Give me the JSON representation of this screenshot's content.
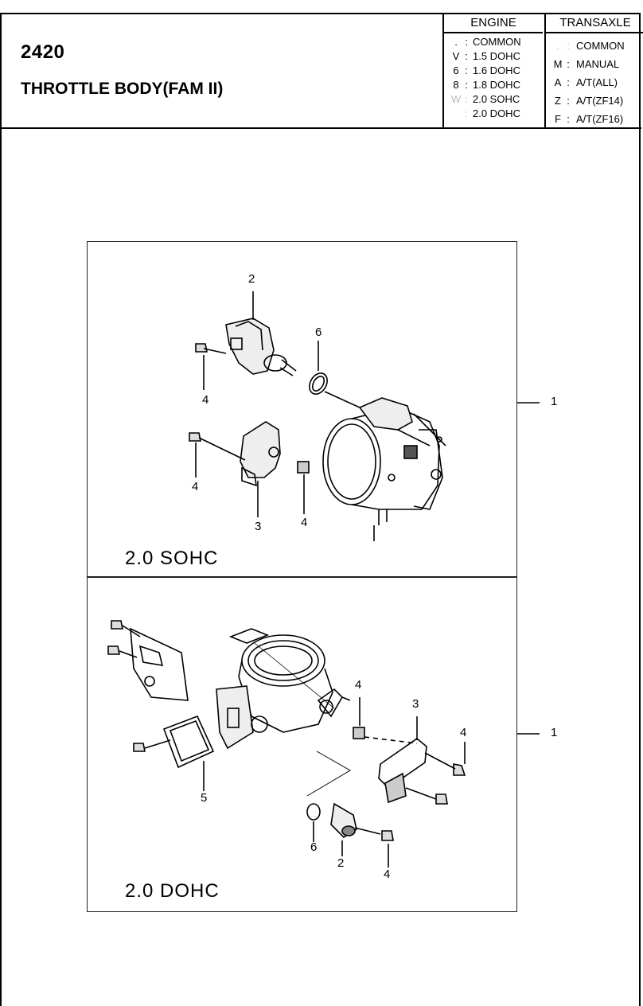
{
  "header": {
    "part_number": "2420",
    "title": "THROTTLE BODY(FAM II)"
  },
  "legend": {
    "engine": {
      "heading": "ENGINE",
      "rows": [
        {
          "code": ".",
          "desc": "COMMON"
        },
        {
          "code": "V",
          "desc": "1.5 DOHC"
        },
        {
          "code": "6",
          "desc": "1.6 DOHC"
        },
        {
          "code": "8",
          "desc": "1.8 DOHC"
        },
        {
          "code": "W",
          "desc": "2.0 SOHC"
        },
        {
          "code": "",
          "desc": "2.0 DOHC"
        }
      ]
    },
    "transaxle": {
      "heading": "TRANSAXLE",
      "rows": [
        {
          "code": ".",
          "desc": "COMMON"
        },
        {
          "code": "M",
          "desc": "MANUAL"
        },
        {
          "code": "A",
          "desc": "A/T(ALL)"
        },
        {
          "code": "Z",
          "desc": "A/T(ZF14)"
        },
        {
          "code": "F",
          "desc": "A/T(ZF16)"
        }
      ]
    }
  },
  "diagram": {
    "top_variant": "2.0 SOHC",
    "bottom_variant": "2.0 DOHC",
    "top_callouts": [
      "2",
      "6",
      "4",
      "4",
      "3",
      "4"
    ],
    "bottom_callouts": [
      "4",
      "3",
      "4",
      "5",
      "6",
      "2",
      "4"
    ],
    "assembly_callout_top": "1",
    "assembly_callout_bottom": "1"
  }
}
